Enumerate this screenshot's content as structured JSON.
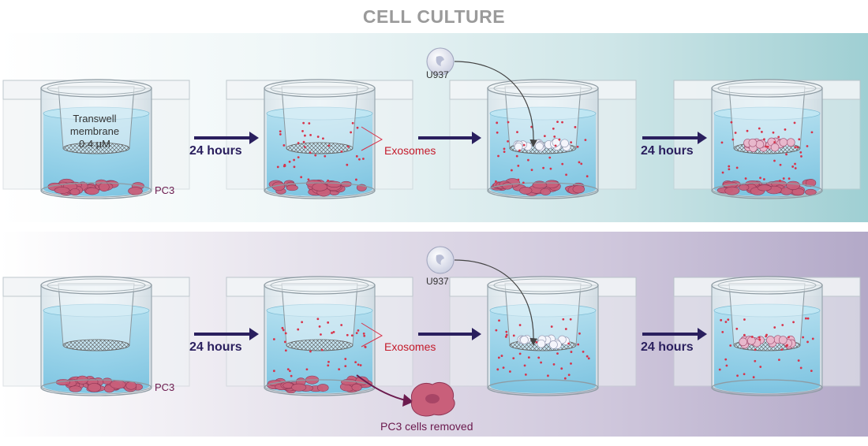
{
  "title": "CELL CULTURE",
  "labels": {
    "hours": "24 hours",
    "pc3": "PC3",
    "exosomes": "Exosomes",
    "u937": "U937",
    "membrane_line1": "Transwell",
    "membrane_line2": "membrane",
    "membrane_line3": "0.4 µM",
    "removed": "PC3 cells removed"
  },
  "colors": {
    "arrow": "#2a1f5e",
    "exosome": "#d8334a",
    "pc3_cell": "#c95f7a",
    "u937_cell": "#eef0f8",
    "medium": "#8fd0e8"
  }
}
